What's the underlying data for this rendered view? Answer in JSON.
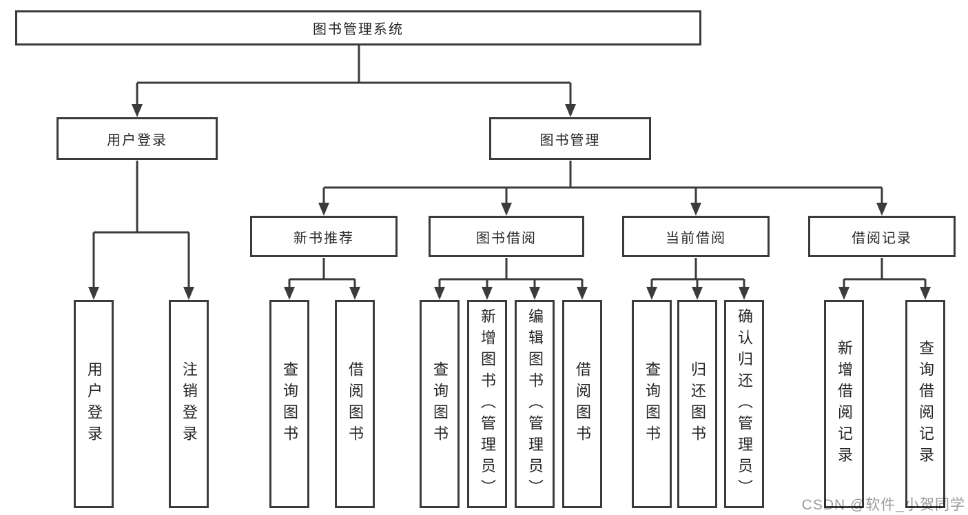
{
  "colors": {
    "line": "#3b3b3b",
    "box_border": "#3b3b3b",
    "box_fill": "#ffffff",
    "text": "#262626",
    "watermark": "#9b9b9b",
    "background": "#ffffff"
  },
  "diagram": {
    "root": {
      "id": "library-system",
      "label": "图书管理系统"
    },
    "branches": [
      {
        "id": "user-login",
        "label": "用户登录"
      },
      {
        "id": "book-management",
        "label": "图书管理"
      }
    ],
    "modules": [
      {
        "id": "new-book-recommend",
        "label": "新书推荐",
        "parent": "book-management"
      },
      {
        "id": "book-borrow",
        "label": "图书借阅",
        "parent": "book-management"
      },
      {
        "id": "current-borrow",
        "label": "当前借阅",
        "parent": "book-management"
      },
      {
        "id": "borrow-records",
        "label": "借阅记录",
        "parent": "book-management"
      }
    ],
    "leaves": [
      {
        "id": "user-login-action",
        "label": "用户登录",
        "parent": "user-login"
      },
      {
        "id": "logout-action",
        "label": "注销登录",
        "parent": "user-login"
      },
      {
        "id": "query-books-recommend",
        "label": "查询图书",
        "parent": "new-book-recommend"
      },
      {
        "id": "borrow-books-recommend",
        "label": "借阅图书",
        "parent": "new-book-recommend"
      },
      {
        "id": "query-books-borrow",
        "label": "查询图书",
        "parent": "book-borrow"
      },
      {
        "id": "add-books-admin",
        "label": "新增图书（管理员）",
        "parent": "book-borrow"
      },
      {
        "id": "edit-books-admin",
        "label": "编辑图书（管理员）",
        "parent": "book-borrow"
      },
      {
        "id": "borrow-books-borrow",
        "label": "借阅图书",
        "parent": "book-borrow"
      },
      {
        "id": "query-books-current",
        "label": "查询图书",
        "parent": "current-borrow"
      },
      {
        "id": "return-books",
        "label": "归还图书",
        "parent": "current-borrow"
      },
      {
        "id": "confirm-return-admin",
        "label": "确认归还（管理员）",
        "parent": "current-borrow"
      },
      {
        "id": "add-borrow-record",
        "label": "新增借阅记录",
        "parent": "borrow-records"
      },
      {
        "id": "query-borrow-record",
        "label": "查询借阅记录",
        "parent": "borrow-records"
      }
    ]
  },
  "watermark": {
    "text": "CSDN @软件_小贺同学"
  }
}
